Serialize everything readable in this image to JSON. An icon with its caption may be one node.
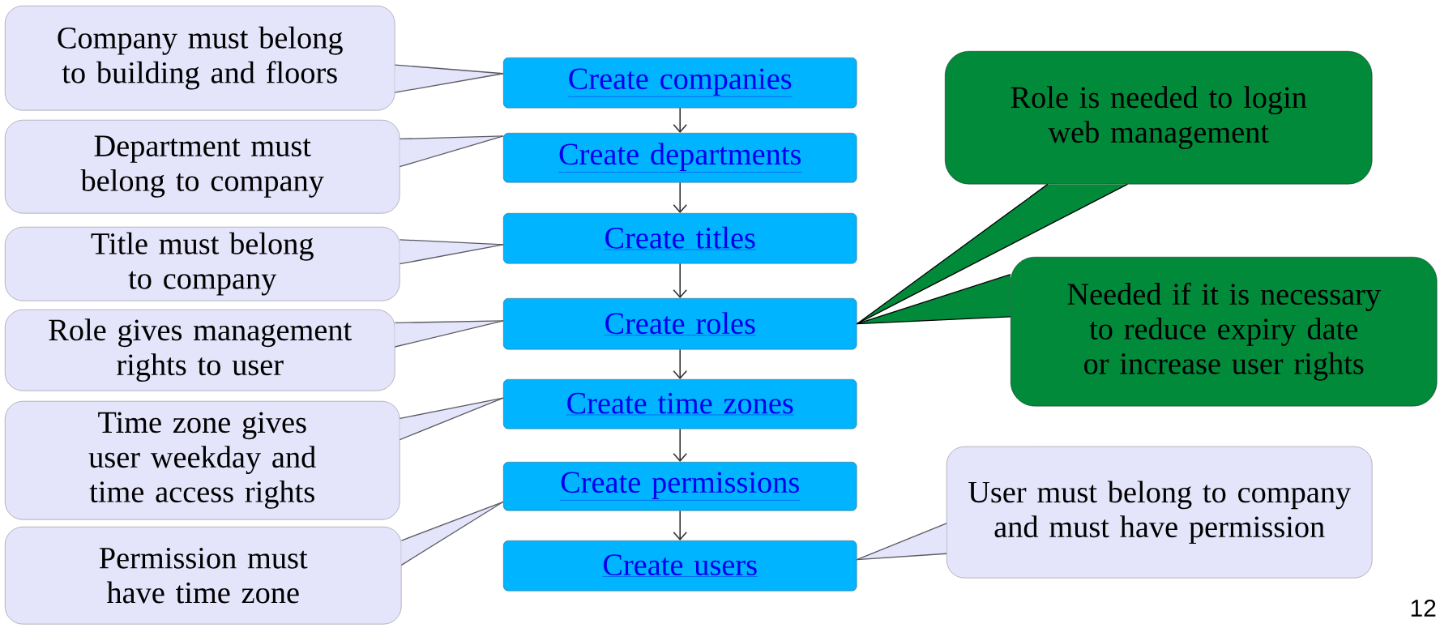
{
  "diagram": {
    "nodes": [
      {
        "text": [
          "Create companies"
        ]
      },
      {
        "text": [
          "Create departments"
        ]
      },
      {
        "text": [
          "Create titles"
        ]
      },
      {
        "text": [
          "Create roles"
        ]
      },
      {
        "text": [
          "Create time zones"
        ]
      },
      {
        "text": [
          "Create permissions"
        ]
      },
      {
        "text": [
          "Create users"
        ]
      },
      {
        "text": [
          "Company must belong to building and floors"
        ]
      },
      {
        "text": [
          "Department must belong to company"
        ]
      },
      {
        "text": [
          "Title must belong to company"
        ]
      },
      {
        "text": [
          "Role gives management rights to user"
        ]
      },
      {
        "text": [
          "Time zone gives user weekday and time access rights"
        ]
      },
      {
        "text": [
          "Permission must have time zone"
        ]
      },
      {
        "text": [
          "Role is needed to login web management"
        ]
      },
      {
        "text": [
          "Needed if it is necessary to reduce expiry date or increase user rights"
        ]
      },
      {
        "text": [
          "User must belong to company and must have permission"
        ]
      }
    ],
    "edges": [
      {
        "from": 0,
        "to": 1,
        "arrow": "to"
      },
      {
        "from": 1,
        "to": 2,
        "arrow": "to"
      },
      {
        "from": 2,
        "to": 3,
        "arrow": "to"
      },
      {
        "from": 3,
        "to": 4,
        "arrow": "to"
      },
      {
        "from": 4,
        "to": 5,
        "arrow": "to"
      },
      {
        "from": 5,
        "to": 6,
        "arrow": "to"
      },
      {
        "from": 7,
        "to": 0,
        "arrow": "none"
      },
      {
        "from": 8,
        "to": 1,
        "arrow": "none"
      },
      {
        "from": 9,
        "to": 2,
        "arrow": "none"
      },
      {
        "from": 10,
        "to": 3,
        "arrow": "none"
      },
      {
        "from": 11,
        "to": 4,
        "arrow": "none"
      },
      {
        "from": 12,
        "to": 5,
        "arrow": "none"
      },
      {
        "from": 13,
        "to": 3,
        "arrow": "none",
        "color": "#000000"
      },
      {
        "from": 14,
        "to": 3,
        "arrow": "none",
        "color": "#000000"
      },
      {
        "from": 15,
        "to": 6,
        "arrow": "none"
      }
    ],
    "labels": [
      "12"
    ]
  }
}
